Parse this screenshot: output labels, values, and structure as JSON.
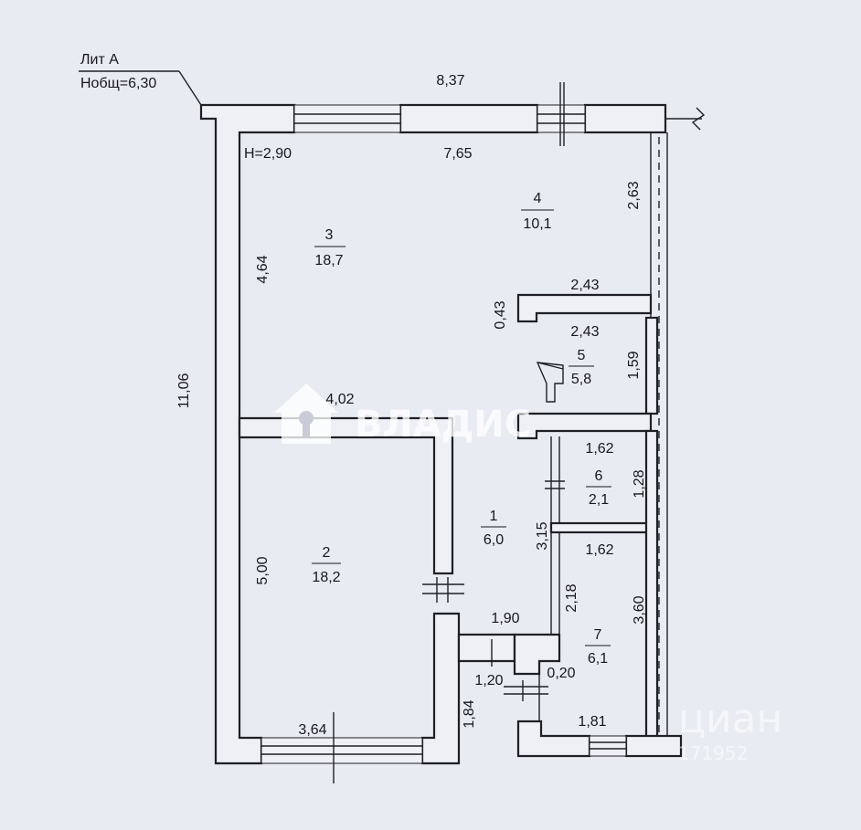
{
  "header": {
    "lit": "Лит А",
    "area_total": "Нобщ=6,30"
  },
  "ceiling_height": "H=2,90",
  "rooms": [
    {
      "number": "1",
      "area": "6,0"
    },
    {
      "number": "2",
      "area": "18,2"
    },
    {
      "number": "3",
      "area": "18,7"
    },
    {
      "number": "4",
      "area": "10,1"
    },
    {
      "number": "5",
      "area": "5,8"
    },
    {
      "number": "6",
      "area": "2,1"
    },
    {
      "number": "7",
      "area": "6,1"
    }
  ],
  "dimensions": {
    "overall_width": "8,37",
    "overall_height": "11,06",
    "room4_width": "7,65",
    "room4_depth": "2,63",
    "room3_depth": "4,64",
    "partition_gap": "0,43",
    "room5_top": "2,43",
    "room5_inner": "2,43",
    "room5_depth": "1,59",
    "room3_wall": "4,02",
    "room6_width": "1,62",
    "room6_depth": "1,28",
    "room1_depth": "3,15",
    "room7_width": "1,62",
    "room7_depth": "2,18",
    "room7_full": "3,60",
    "room2_depth": "5,00",
    "vestibule_width": "1,90",
    "vestibule_inner": "1,20",
    "vestibule_gap": "0,20",
    "vestibule_depth": "1,84",
    "room2_width": "3,64",
    "room7_bottom": "1,81"
  },
  "watermarks": {
    "vladis": "ВЛАДИС",
    "cian": "циан",
    "cian_id": "171952"
  },
  "colors": {
    "paper": "#e9ebf3",
    "ink": "#1f1f25"
  }
}
